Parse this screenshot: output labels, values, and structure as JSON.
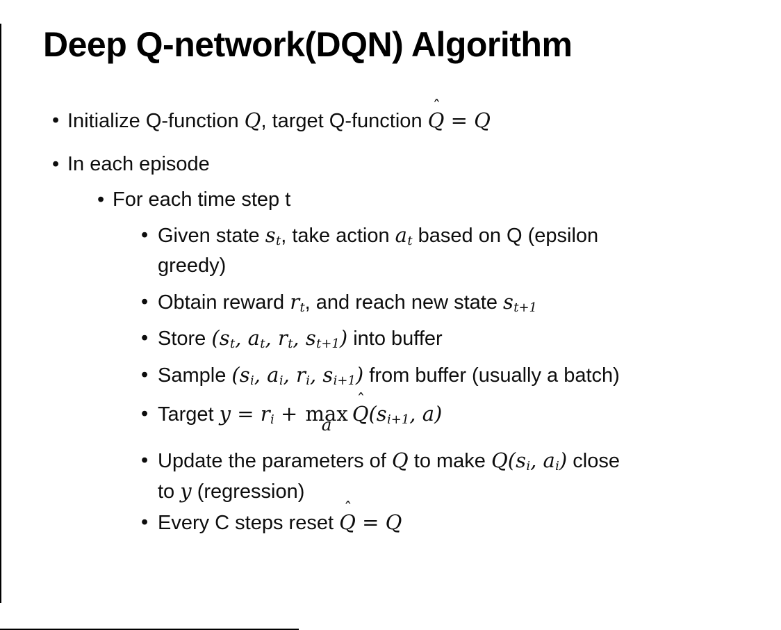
{
  "slide": {
    "title": "Deep Q-network(DQN) Algorithm",
    "bullet_glyph": "•",
    "hat_glyph": "ˆ",
    "bullets": [
      {
        "level": 1,
        "segments": [
          {
            "t": "text",
            "v": "Initialize Q-function "
          },
          {
            "t": "m",
            "v": "Q"
          },
          {
            "t": "text",
            "v": ", target Q-function "
          },
          {
            "t": "hat",
            "v": "Q"
          },
          {
            "t": "m",
            "v": " = Q"
          }
        ]
      },
      {
        "level": 1,
        "segments": [
          {
            "t": "text",
            "v": "In each episode"
          }
        ]
      },
      {
        "level": 2,
        "segments": [
          {
            "t": "text",
            "v": "For each time step t"
          }
        ]
      },
      {
        "level": 3,
        "segments": [
          {
            "t": "text",
            "v": "Given state "
          },
          {
            "t": "msub",
            "v": "s",
            "s": "t"
          },
          {
            "t": "text",
            "v": ", take action "
          },
          {
            "t": "msub",
            "v": "a",
            "s": "t"
          },
          {
            "t": "text",
            "v": " based on Q (epsilon"
          },
          {
            "t": "br"
          },
          {
            "t": "text",
            "v": "greedy)"
          }
        ]
      },
      {
        "level": 3,
        "segments": [
          {
            "t": "text",
            "v": "Obtain reward "
          },
          {
            "t": "msub",
            "v": "r",
            "s": "t"
          },
          {
            "t": "text",
            "v": ", and reach new state "
          },
          {
            "t": "msub",
            "v": "s",
            "s": "t+1"
          }
        ]
      },
      {
        "level": 3,
        "segments": [
          {
            "t": "text",
            "v": "Store "
          },
          {
            "t": "m",
            "v": "("
          },
          {
            "t": "msub",
            "v": "s",
            "s": "t"
          },
          {
            "t": "m",
            "v": ", "
          },
          {
            "t": "msub",
            "v": "a",
            "s": "t"
          },
          {
            "t": "m",
            "v": ", "
          },
          {
            "t": "msub",
            "v": "r",
            "s": "t"
          },
          {
            "t": "m",
            "v": ", "
          },
          {
            "t": "msub",
            "v": "s",
            "s": "t+1"
          },
          {
            "t": "m",
            "v": ")"
          },
          {
            "t": "text",
            "v": " into buffer"
          }
        ]
      },
      {
        "level": 3,
        "segments": [
          {
            "t": "text",
            "v": "Sample "
          },
          {
            "t": "m",
            "v": "("
          },
          {
            "t": "msub",
            "v": "s",
            "s": "i"
          },
          {
            "t": "m",
            "v": ", "
          },
          {
            "t": "msub",
            "v": "a",
            "s": "i"
          },
          {
            "t": "m",
            "v": ", "
          },
          {
            "t": "msub",
            "v": "r",
            "s": "i"
          },
          {
            "t": "m",
            "v": ", "
          },
          {
            "t": "msub",
            "v": "s",
            "s": "i+1"
          },
          {
            "t": "m",
            "v": ")"
          },
          {
            "t": "text",
            "v": " from buffer (usually a batch)"
          }
        ]
      },
      {
        "level": 3,
        "segments": [
          {
            "t": "text",
            "v": "Target "
          },
          {
            "t": "m",
            "v": "y = "
          },
          {
            "t": "msub",
            "v": "r",
            "s": "i"
          },
          {
            "t": "m",
            "v": " + "
          },
          {
            "t": "max",
            "v": "max",
            "u": "a"
          },
          {
            "t": "hat",
            "v": "Q"
          },
          {
            "t": "m",
            "v": "("
          },
          {
            "t": "msub",
            "v": "s",
            "s": "i+1"
          },
          {
            "t": "m",
            "v": ", a)"
          }
        ]
      },
      {
        "level": 3,
        "segments": [
          {
            "t": "text",
            "v": "Update the parameters of "
          },
          {
            "t": "m",
            "v": "Q"
          },
          {
            "t": "text",
            "v": " to make "
          },
          {
            "t": "m",
            "v": "Q("
          },
          {
            "t": "msub",
            "v": "s",
            "s": "i"
          },
          {
            "t": "m",
            "v": ", "
          },
          {
            "t": "msub",
            "v": "a",
            "s": "i"
          },
          {
            "t": "m",
            "v": ")"
          },
          {
            "t": "text",
            "v": " close"
          },
          {
            "t": "br"
          },
          {
            "t": "text",
            "v": "to "
          },
          {
            "t": "m",
            "v": "y"
          },
          {
            "t": "text",
            "v": " (regression)"
          }
        ]
      },
      {
        "level": 3,
        "segments": [
          {
            "t": "text",
            "v": "Every C steps reset "
          },
          {
            "t": "hat",
            "v": "Q"
          },
          {
            "t": "m",
            "v": " = Q"
          }
        ]
      }
    ]
  },
  "colors": {
    "background": "#ffffff",
    "text": "#0d0d0d",
    "border": "#000000"
  }
}
